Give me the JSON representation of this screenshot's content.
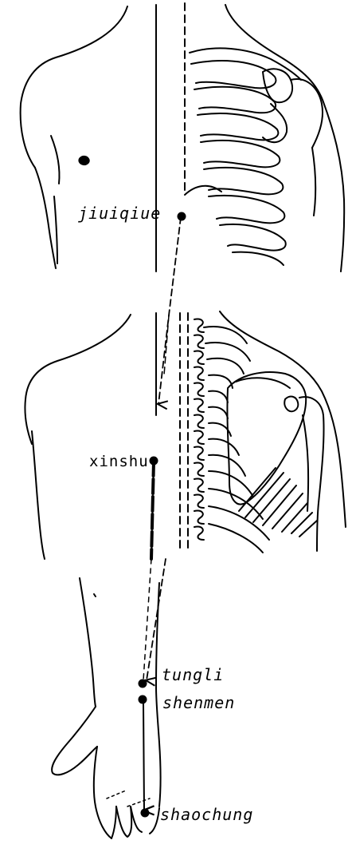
{
  "colors": {
    "ink": "#000000",
    "background": "#ffffff"
  },
  "points": [
    {
      "id": "jiuiqiue",
      "label": "jiuiqiue"
    },
    {
      "id": "xinshu",
      "label": "xinshu"
    },
    {
      "id": "tungli",
      "label": "tungli"
    },
    {
      "id": "shenmen",
      "label": "shenmen"
    },
    {
      "id": "shaochung",
      "label": "shaochung"
    }
  ]
}
